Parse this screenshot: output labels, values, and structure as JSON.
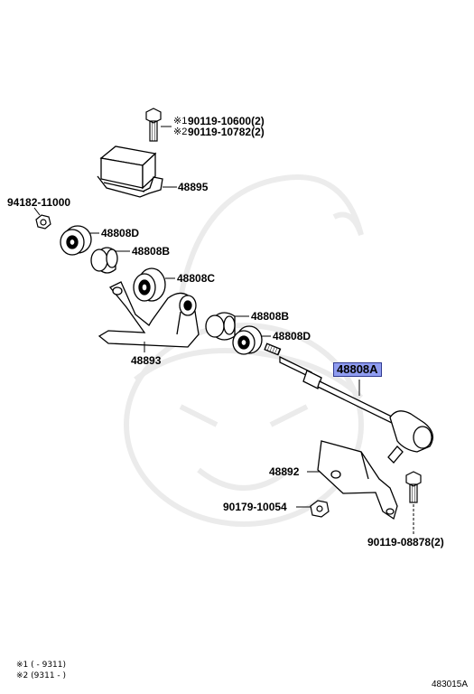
{
  "parts": {
    "bolt_top_1": "90119-10600(2)",
    "bolt_top_2": "90119-10782(2)",
    "mark_1": "※1",
    "mark_2": "※2",
    "p48895": "48895",
    "p94182": "94182-11000",
    "p48808D_a": "48808D",
    "p48808B_a": "48808B",
    "p48808C": "48808C",
    "p48808B_b": "48808B",
    "p48808D_b": "48808D",
    "p48893": "48893",
    "p48808A": "48808A",
    "p48892": "48892",
    "p90179": "90179-10054",
    "p90119": "90119-08878(2)"
  },
  "footnotes": {
    "n1": "※1 (       - 9311)",
    "n2": "※2 (9311 -       )"
  },
  "diagram_code": "483015A",
  "colors": {
    "highlight": "#8f9cf0"
  }
}
